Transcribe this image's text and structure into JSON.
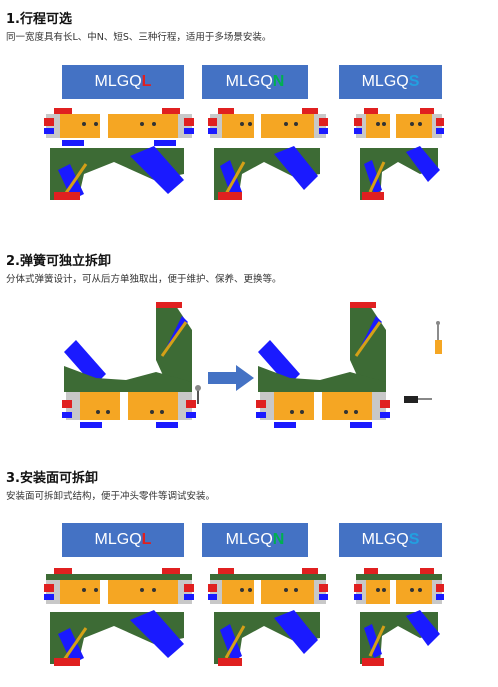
{
  "sections": [
    {
      "title": "1.行程可选",
      "desc": "同一宽度具有长L、中N、短S、三种行程，适用于多场景安装。",
      "labels": [
        {
          "prefix": "MLGQ",
          "suffix": "L",
          "suffix_color": "#e02020"
        },
        {
          "prefix": "MLGQ",
          "suffix": "N",
          "suffix_color": "#00b050"
        },
        {
          "prefix": "MLGQ",
          "suffix": "S",
          "suffix_color": "#22a0e0"
        }
      ]
    },
    {
      "title": "2.弹簧可独立拆卸",
      "desc": "分体式弹簧设计，可从后方单独取出，便于维护、保养、更换等。"
    },
    {
      "title": "3.安装面可拆卸",
      "desc": "安装面可拆卸式结构，便于冲头零件等调试安装。",
      "labels": [
        {
          "prefix": "MLGQ",
          "suffix": "L",
          "suffix_color": "#e02020"
        },
        {
          "prefix": "MLGQ",
          "suffix": "N",
          "suffix_color": "#00b050"
        },
        {
          "prefix": "MLGQ",
          "suffix": "S",
          "suffix_color": "#22a0e0"
        }
      ]
    }
  ],
  "colors": {
    "label_bg": "#4472c4",
    "orange": "#f5a623",
    "green": "#3d6b35",
    "blue": "#1a1aff",
    "red": "#e02020",
    "gray": "#c8c8c8",
    "arrow": "#4472c4"
  }
}
